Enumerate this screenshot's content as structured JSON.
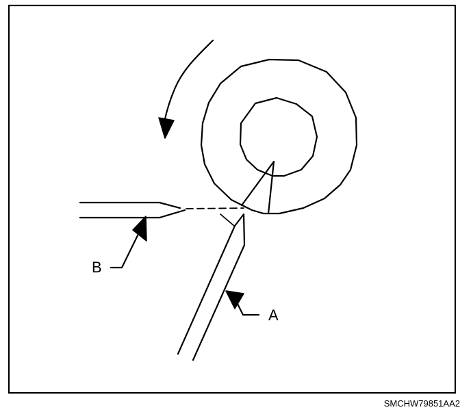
{
  "labels": {
    "a": "A",
    "b": "B"
  },
  "figure_code": "SMCHW79851AA2",
  "colors": {
    "ink": "#000000",
    "background": "#ffffff"
  }
}
